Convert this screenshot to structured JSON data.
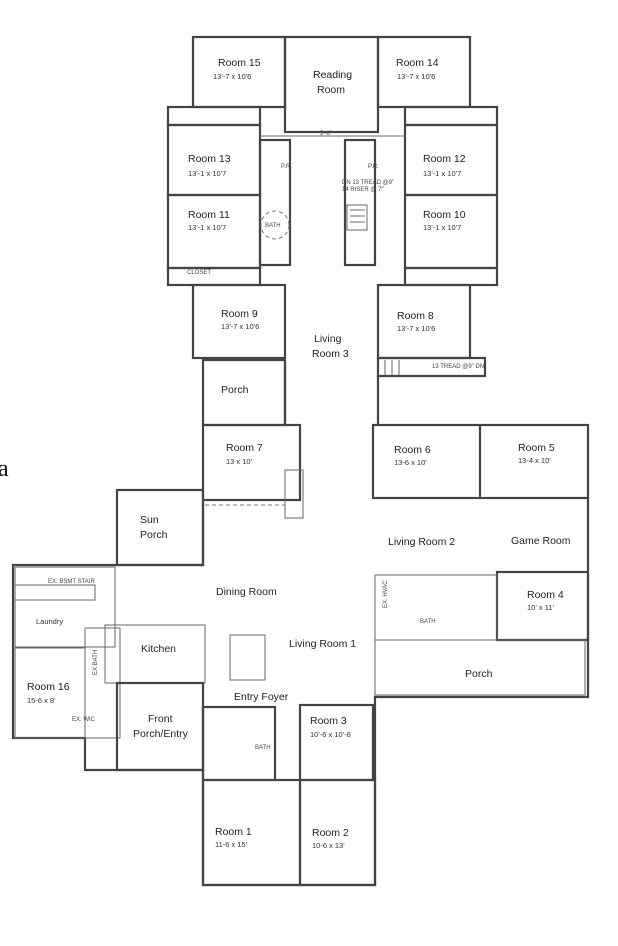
{
  "edge_letter": "a",
  "rooms": {
    "room15": {
      "name": "Room 15",
      "size": "13'-7 x 10'6"
    },
    "reading": {
      "name1": "Reading",
      "name2": "Room"
    },
    "room14": {
      "name": "Room 14",
      "size": "13'-7 x 10'6"
    },
    "room13": {
      "name": "Room 13",
      "size": "13'-1 x 10'7"
    },
    "room12": {
      "name": "Room 12",
      "size": "13'-1 x 10'7"
    },
    "room11": {
      "name": "Room 11",
      "size": "13'-1 x 10'7"
    },
    "room10": {
      "name": "Room 10",
      "size": "13'-1 x 10'7"
    },
    "room9": {
      "name": "Room 9",
      "size": "13'-7 x 10'6"
    },
    "room8": {
      "name": "Room 8",
      "size": "13'-7 x 10'6"
    },
    "living3": {
      "name1": "Living",
      "name2": "Room 3"
    },
    "porch_top": {
      "name": "Porch"
    },
    "room7": {
      "name": "Room 7",
      "size": "13 x 10'"
    },
    "room6": {
      "name": "Room 6",
      "size": "13-6 x 10'"
    },
    "room5": {
      "name": "Room 5",
      "size": "13-4 x 10'"
    },
    "sun_porch": {
      "name1": "Sun",
      "name2": "Porch"
    },
    "living2": {
      "name": "Living Room 2"
    },
    "game": {
      "name": "Game Room"
    },
    "dining": {
      "name": "Dining Room"
    },
    "room4": {
      "name": "Room 4",
      "size": "10' x 11'"
    },
    "laundry": {
      "name": "Laundry"
    },
    "kitchen": {
      "name": "Kitchen"
    },
    "living1": {
      "name": "Living Room 1"
    },
    "porch_right": {
      "name": "Porch"
    },
    "room16": {
      "name": "Room 16",
      "size": "15-6 x 8'"
    },
    "front_porch": {
      "name1": "Front",
      "name2": "Porch/Entry"
    },
    "entry": {
      "name": "Entry Foyer"
    },
    "room3": {
      "name": "Room 3",
      "size": "10'-6 x 10'-6"
    },
    "room1": {
      "name": "Room 1",
      "size": "11-6 x 15'"
    },
    "room2": {
      "name": "Room 2",
      "size": "10-6 x 13'"
    }
  },
  "fixtures": {
    "closet": "CLOSET",
    "pr": "P.R.",
    "bath": "BATH",
    "ex_bsmt_stair": "EX. BSMT STAIR",
    "ex_hvac": "EX. HVAC",
    "ex_bath": "EX BATH",
    "ex_wic": "EX. WIC",
    "corridor_dim": "5'-6\"",
    "stair_note_top": "DN 13 TREAD @9\"",
    "stair_note_bottom": "14 RISER @ 7\"",
    "stair_note_right": "13 TREAD @9\" DN"
  }
}
